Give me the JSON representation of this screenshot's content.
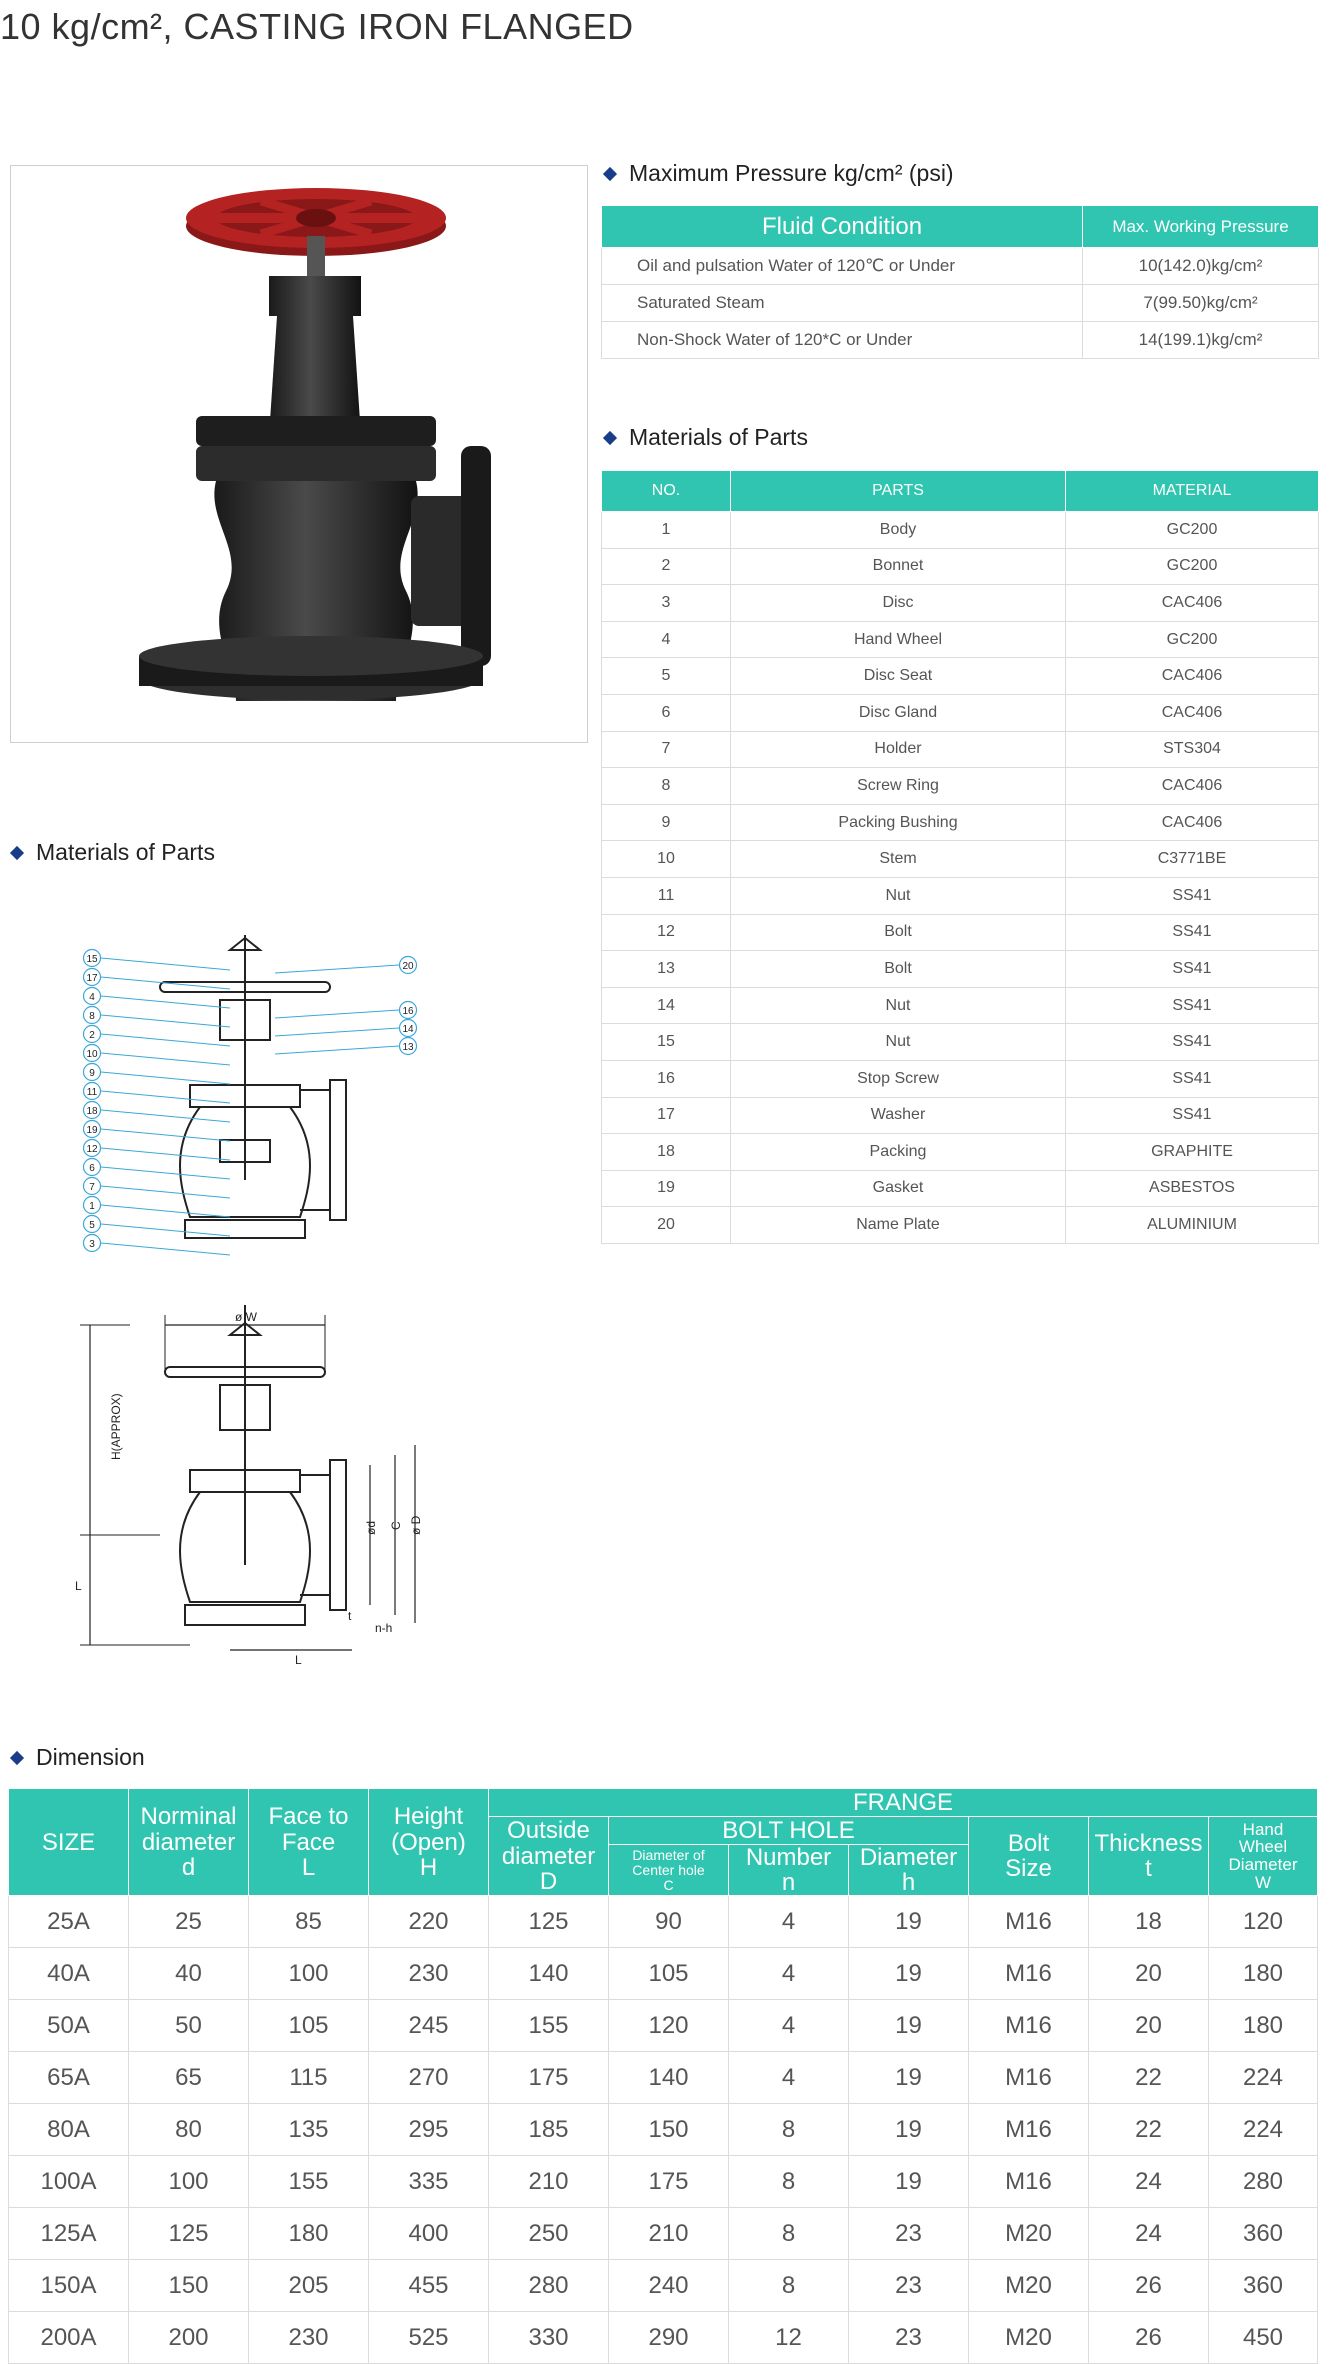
{
  "page": {
    "title": "10 kg/cm², CASTING IRON FLANGED"
  },
  "pressure": {
    "heading": "Maximum Pressure kg/cm² (psi)",
    "headers": [
      "Fluid Condition",
      "Max. Working Pressure"
    ],
    "rows": [
      [
        "Oil and pulsation Water of 120℃ or Under",
        "10(142.0)kg/cm²"
      ],
      [
        "Saturated Steam",
        "7(99.50)kg/cm²"
      ],
      [
        "Non-Shock Water of 120*C or Under",
        "14(199.1)kg/cm²"
      ]
    ]
  },
  "materials": {
    "heading": "Materials of Parts",
    "headers": [
      "NO.",
      "PARTS",
      "MATERIAL"
    ],
    "rows": [
      [
        "1",
        "Body",
        "GC200"
      ],
      [
        "2",
        "Bonnet",
        "GC200"
      ],
      [
        "3",
        "Disc",
        "CAC406"
      ],
      [
        "4",
        "Hand Wheel",
        "GC200"
      ],
      [
        "5",
        "Disc Seat",
        "CAC406"
      ],
      [
        "6",
        "Disc Gland",
        "CAC406"
      ],
      [
        "7",
        "Holder",
        "STS304"
      ],
      [
        "8",
        "Screw Ring",
        "CAC406"
      ],
      [
        "9",
        "Packing Bushing",
        "CAC406"
      ],
      [
        "10",
        "Stem",
        "C3771BE"
      ],
      [
        "11",
        "Nut",
        "SS41"
      ],
      [
        "12",
        "Bolt",
        "SS41"
      ],
      [
        "13",
        "Bolt",
        "SS41"
      ],
      [
        "14",
        "Nut",
        "SS41"
      ],
      [
        "15",
        "Nut",
        "SS41"
      ],
      [
        "16",
        "Stop Screw",
        "SS41"
      ],
      [
        "17",
        "Washer",
        "SS41"
      ],
      [
        "18",
        "Packing",
        "GRAPHITE"
      ],
      [
        "19",
        "Gasket",
        "ASBESTOS"
      ],
      [
        "20",
        "Name Plate",
        "ALUMINIUM"
      ]
    ]
  },
  "diagram_section": {
    "heading": "Materials of Parts",
    "callouts_left": [
      "15",
      "17",
      "4",
      "8",
      "2",
      "10",
      "9",
      "11",
      "18",
      "19",
      "12",
      "6",
      "7",
      "1",
      "5",
      "3"
    ],
    "callouts_right": [
      "20",
      "16",
      "14",
      "13"
    ],
    "dim_labels": {
      "w": "ø W",
      "h": "H(APPROX)",
      "l_vert": "L",
      "l_horiz": "L",
      "d_small": "ød",
      "c": "C",
      "d_big": "ø D",
      "t": "t",
      "nh": "n-h"
    }
  },
  "dimension": {
    "heading": "Dimension",
    "h_size": "SIZE",
    "h_nominal": [
      "Norminal",
      "diameter",
      "d"
    ],
    "h_face": [
      "Face to",
      "Face",
      "L"
    ],
    "h_height": [
      "Height",
      "(Open)",
      "H"
    ],
    "h_frange": "FRANGE",
    "h_outside": [
      "Outside",
      "diameter",
      "D"
    ],
    "h_bolthole": "BOLT HOLE",
    "h_center": [
      "Diameter of",
      "Center hole",
      "C"
    ],
    "h_number": [
      "Number",
      "n"
    ],
    "h_diameter": [
      "Diameter",
      "h"
    ],
    "h_bolt": [
      "Bolt",
      "Size"
    ],
    "h_thick": [
      "Thickness",
      "t"
    ],
    "h_wheel": [
      "Hand",
      "Wheel",
      "Diameter",
      "W"
    ],
    "rows": [
      [
        "25A",
        "25",
        "85",
        "220",
        "125",
        "90",
        "4",
        "19",
        "M16",
        "18",
        "120"
      ],
      [
        "40A",
        "40",
        "100",
        "230",
        "140",
        "105",
        "4",
        "19",
        "M16",
        "20",
        "180"
      ],
      [
        "50A",
        "50",
        "105",
        "245",
        "155",
        "120",
        "4",
        "19",
        "M16",
        "20",
        "180"
      ],
      [
        "65A",
        "65",
        "115",
        "270",
        "175",
        "140",
        "4",
        "19",
        "M16",
        "22",
        "224"
      ],
      [
        "80A",
        "80",
        "135",
        "295",
        "185",
        "150",
        "8",
        "19",
        "M16",
        "22",
        "224"
      ],
      [
        "100A",
        "100",
        "155",
        "335",
        "210",
        "175",
        "8",
        "19",
        "M16",
        "24",
        "280"
      ],
      [
        "125A",
        "125",
        "180",
        "400",
        "250",
        "210",
        "8",
        "23",
        "M20",
        "24",
        "360"
      ],
      [
        "150A",
        "150",
        "205",
        "455",
        "280",
        "240",
        "8",
        "23",
        "M20",
        "26",
        "360"
      ],
      [
        "200A",
        "200",
        "230",
        "525",
        "330",
        "290",
        "12",
        "23",
        "M20",
        "26",
        "450"
      ]
    ]
  },
  "colors": {
    "accent": "#30c5b1",
    "bullet": "#1a3d8a",
    "callout": "#3aa7d8"
  }
}
